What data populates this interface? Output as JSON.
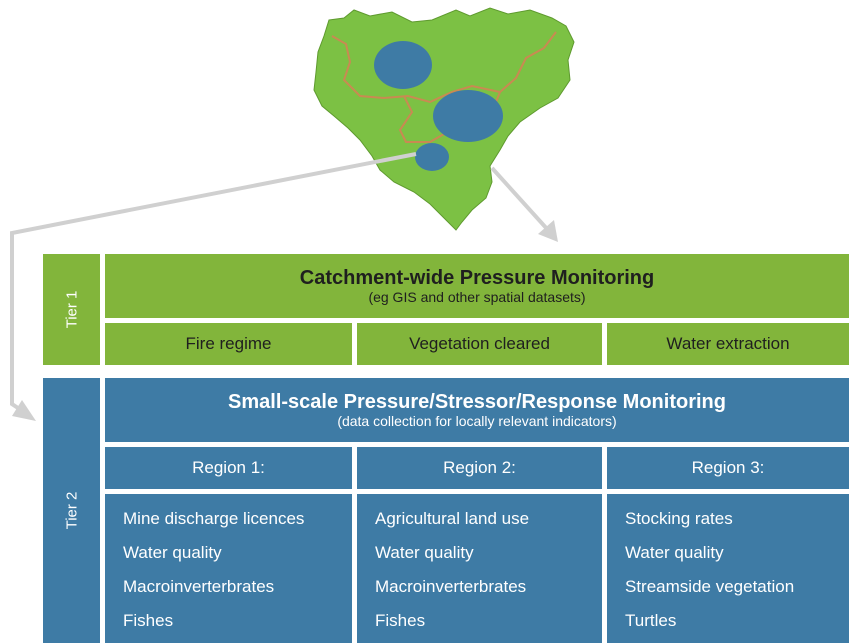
{
  "tier1": {
    "label": "Tier 1",
    "title": "Catchment-wide Pressure Monitoring",
    "subtitle": "(eg GIS and other spatial datasets)",
    "cells": [
      "Fire regime",
      "Vegetation cleared",
      "Water extraction"
    ]
  },
  "tier2": {
    "label": "Tier 2",
    "title": "Small-scale Pressure/Stressor/Response Monitoring",
    "subtitle": "(data collection for locally relevant indicators)",
    "regions": [
      {
        "name": "Region 1:",
        "items": [
          "Mine discharge licences",
          "Water quality",
          "Macroinverterbrates",
          "Fishes"
        ]
      },
      {
        "name": "Region 2:",
        "items": [
          "Agricultural land use",
          "Water quality",
          "Macroinverterbrates",
          "Fishes"
        ]
      },
      {
        "name": "Region 3:",
        "items": [
          "Stocking rates",
          "Water quality",
          "Streamside vegetation",
          "Turtles"
        ]
      }
    ]
  },
  "colors": {
    "green": "#82b53b",
    "blue": "#3e7ba5",
    "catchment_fill": "#7cc144",
    "river": "#c98a52",
    "arrow": "#d0d0d0"
  }
}
